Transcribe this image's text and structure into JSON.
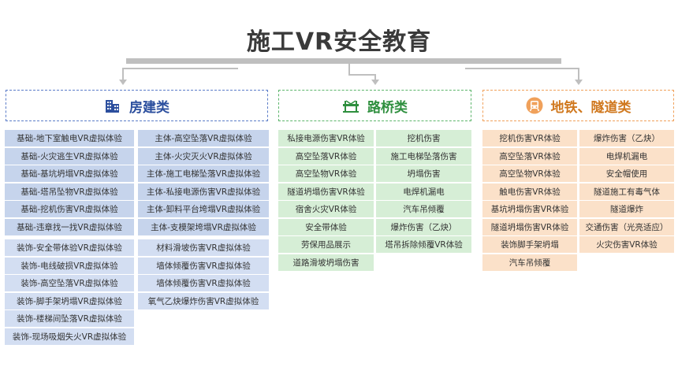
{
  "title": "施工VR安全教育",
  "colors": {
    "blue": "#2c4f9e",
    "green": "#2e8f3e",
    "orange": "#d0781e",
    "connector": "#bfbfbf"
  },
  "categories": [
    {
      "label": "房建类",
      "icon": "building-icon"
    },
    {
      "label": "路桥类",
      "icon": "bridge-icon"
    },
    {
      "label": "地铁、隧道类",
      "icon": "train-icon"
    }
  ],
  "housing": {
    "col1_group1": [
      "基础-地下室触电VR虚拟体验",
      "基础-火灾逃生VR虚拟体验",
      "基础-基坑坍塌VR虚拟体验",
      "基础-塔吊坠物VR虚拟体验",
      "基础-挖机伤害VR虚拟体验",
      "基础-违章找一找VR虚拟体验"
    ],
    "col1_group2": [
      "装饰-安全带体验VR虚拟体验",
      "装饰-电线破损VR虚拟体验",
      "装饰-高空坠落VR虚拟体验",
      "装饰-脚手架坍塌VR虚拟体验",
      "装饰-楼梯间坠落VR虚拟体验",
      "装饰-现场吸烟失火VR虚拟体验"
    ],
    "col2_group1": [
      "主体-高空坠落VR虚拟体验",
      "主体-火灾灭火VR虚拟体验",
      "主体-施工电梯坠落VR虚拟体验",
      "主体-私接电源伤害VR虚拟体验",
      "主体-卸料平台垮塌VR虚拟体验",
      "主体-支模架垮塌VR虚拟体验"
    ],
    "col2_group2": [
      "材料滑坡伤害VR虚拟体验",
      "墙体倾覆伤害VR虚拟体验",
      "墙体倾覆伤害VR虚拟体验",
      "氧气乙炔爆炸伤害VR虚拟体验"
    ]
  },
  "roadbridge": {
    "col1": [
      "私接电源伤害VR体验",
      "高空坠落VR体验",
      "高空坠物VR体验",
      "隧道坍塌伤害VR体验",
      "宿舍火灾VR体验",
      "安全带体验",
      "劳保用品展示",
      "道路滑坡坍塌伤害"
    ],
    "col2": [
      "挖机伤害",
      "施工电梯坠落伤害",
      "坍塌伤害",
      "电焊机漏电",
      "汽车吊倾覆",
      "爆炸伤害（乙炔）",
      "塔吊拆除倾覆VR体验"
    ]
  },
  "subway": {
    "col1": [
      "挖机伤害VR体验",
      "高空坠落VR体验",
      "高空坠物VR体验",
      "触电伤害VR体验",
      "基坑坍塌伤害VR体验",
      "隧道坍塌伤害VR体验",
      "装饰脚手架坍塌",
      "汽车吊倾覆"
    ],
    "col2": [
      "爆炸伤害（乙炔）",
      "电焊机漏电",
      "安全帽使用",
      "隧道施工有毒气体",
      "隧道爆炸",
      "交通伤害（光亮适应）",
      "火灾伤害VR体验"
    ]
  }
}
